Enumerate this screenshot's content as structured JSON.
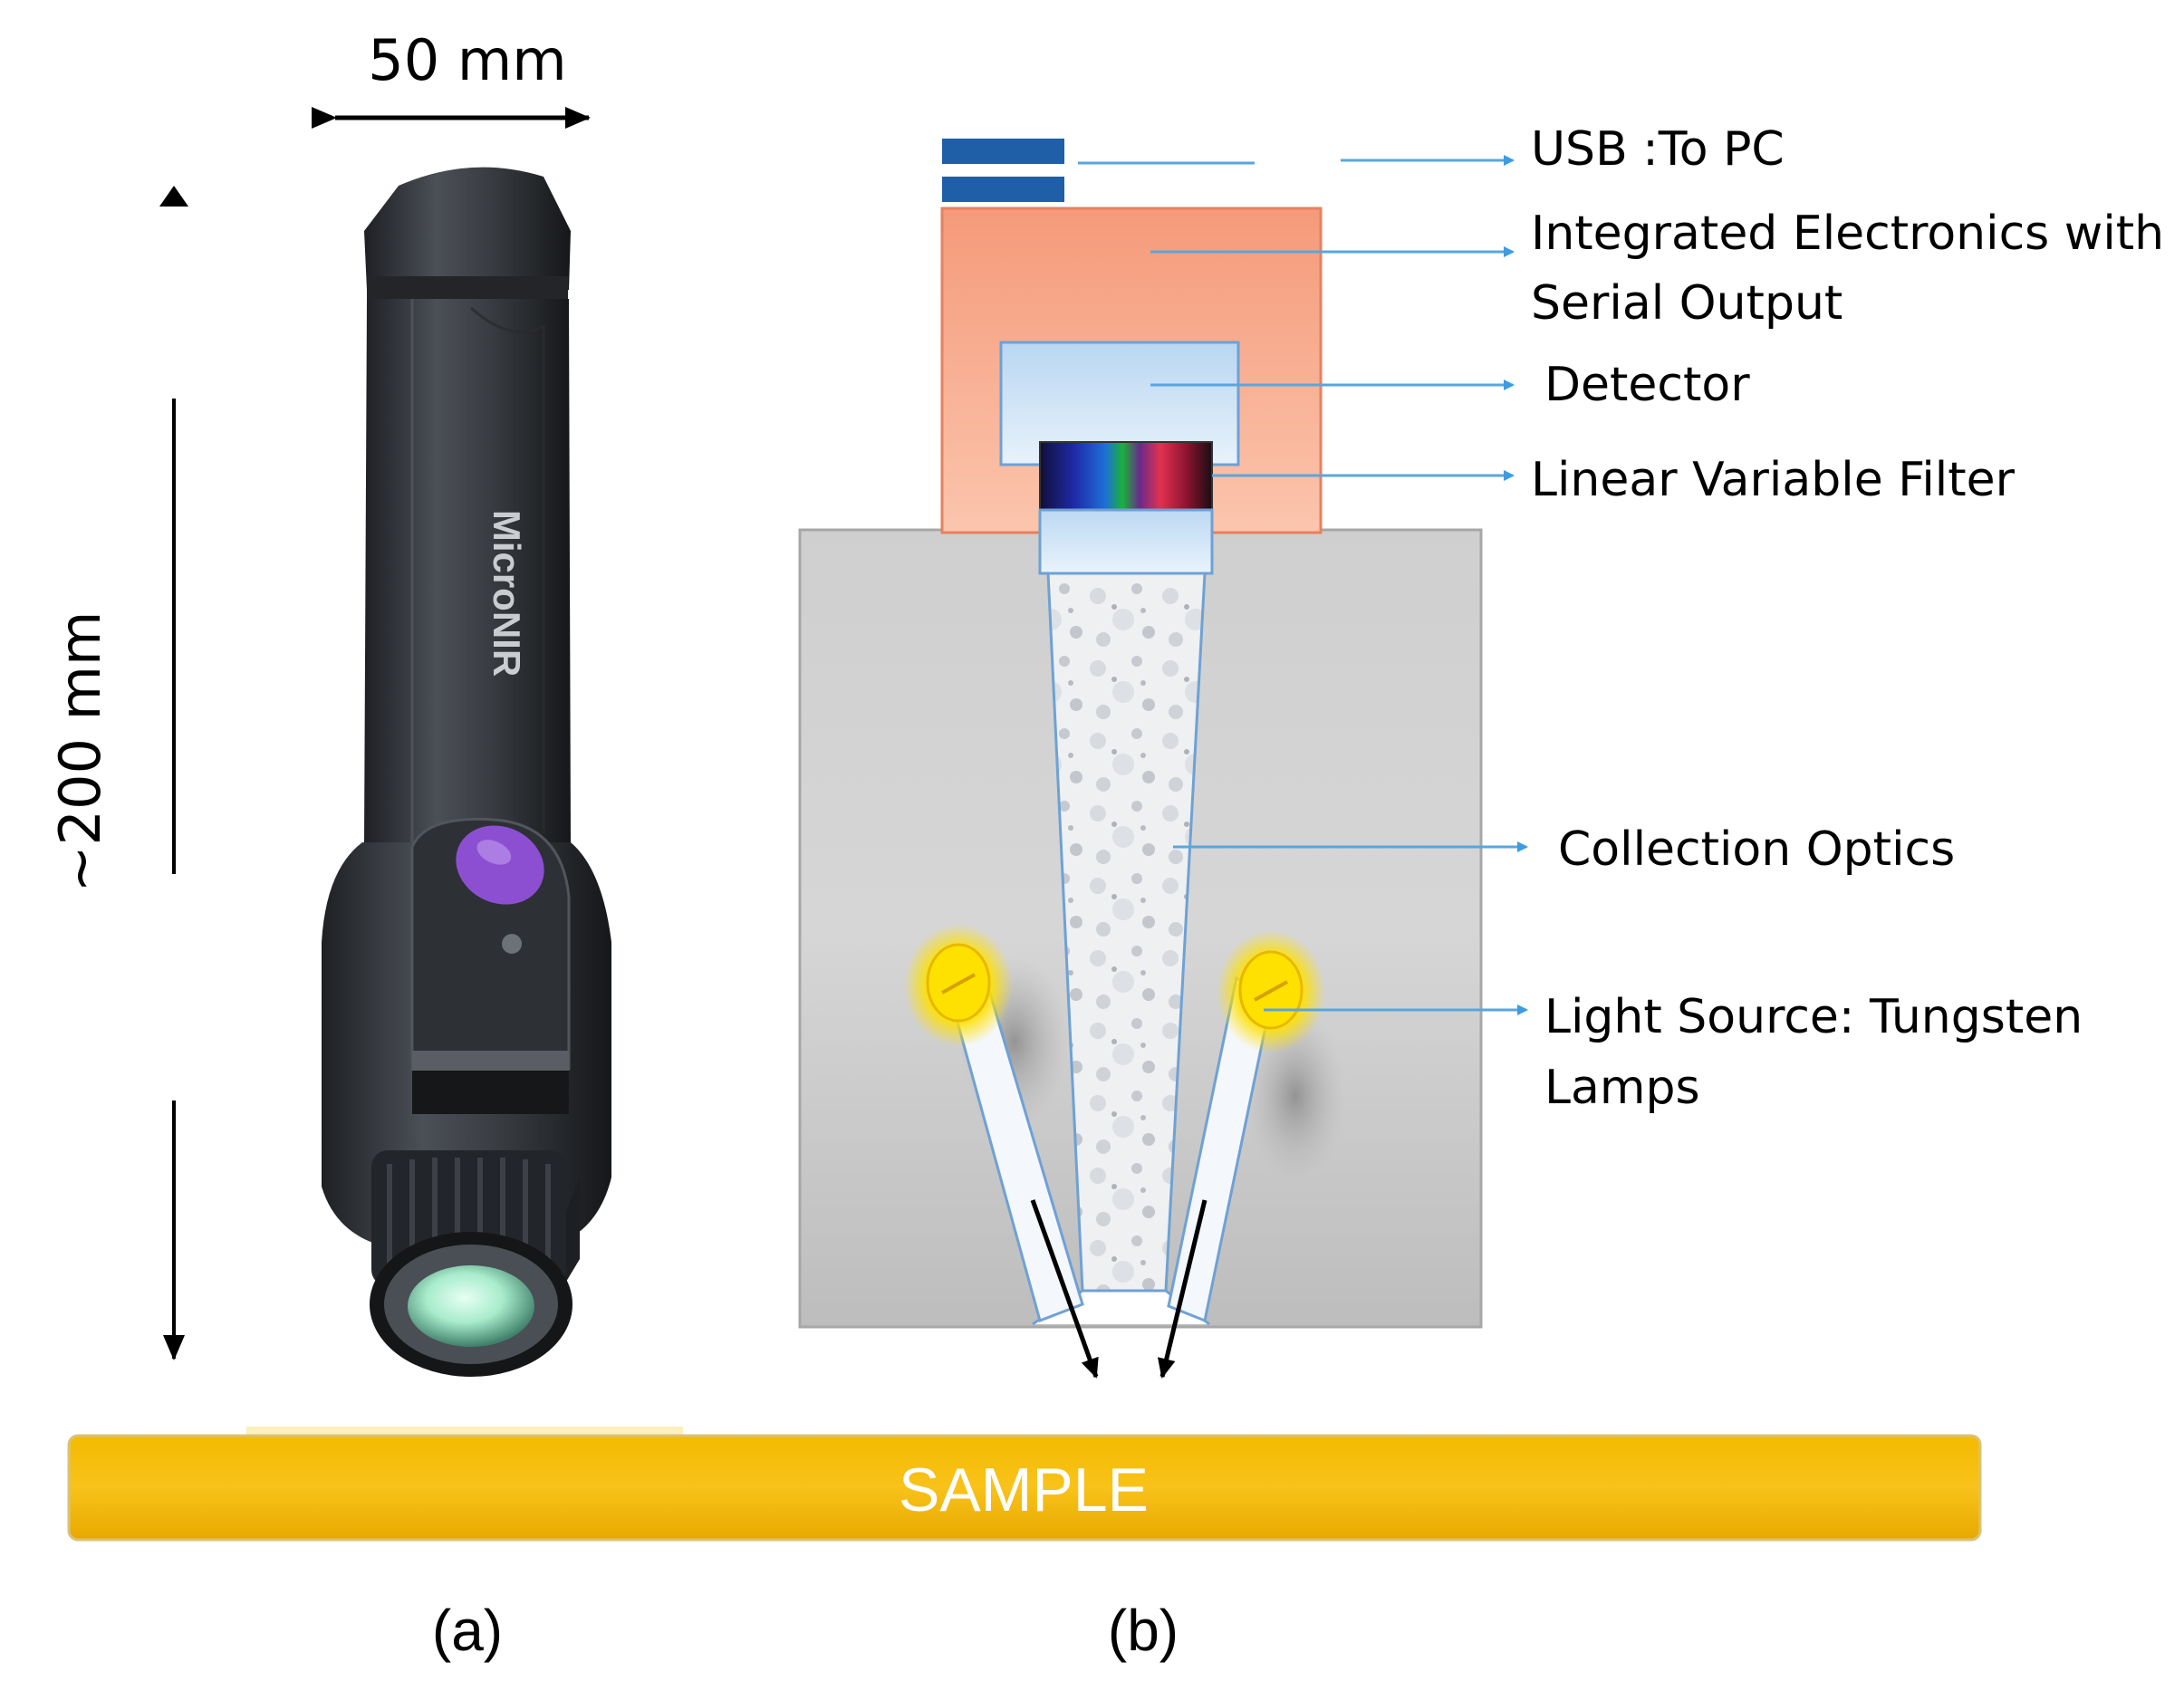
{
  "dimensions": {
    "width_label": "50 mm",
    "height_label": "~200 mm"
  },
  "device": {
    "brand_text": "MicroNIR"
  },
  "components": [
    {
      "key": "usb",
      "label": "USB :To PC"
    },
    {
      "key": "electronics",
      "label_lines": [
        "Integrated Electronics with",
        "Serial Output"
      ]
    },
    {
      "key": "detector",
      "label": "Detector"
    },
    {
      "key": "lvf",
      "label": "Linear Variable Filter"
    },
    {
      "key": "optics",
      "label": "Collection Optics"
    },
    {
      "key": "lamps",
      "label_lines": [
        "Light Source: Tungsten",
        "Lamps"
      ]
    }
  ],
  "sample": {
    "label": "SAMPLE"
  },
  "panels": {
    "a": "(a)",
    "b": "(b)"
  },
  "colors": {
    "leader_line": "#5aa6dc",
    "usb_connector": "#1f5fa8",
    "electronics_box": "#f6a98a",
    "detector_box": "#cfe3f6",
    "housing": "#c9c9c9",
    "sample_bar": "#f5b800",
    "lamp": "#ffe100",
    "device_body": "#3a3d42",
    "device_button": "#8c4fd1"
  }
}
